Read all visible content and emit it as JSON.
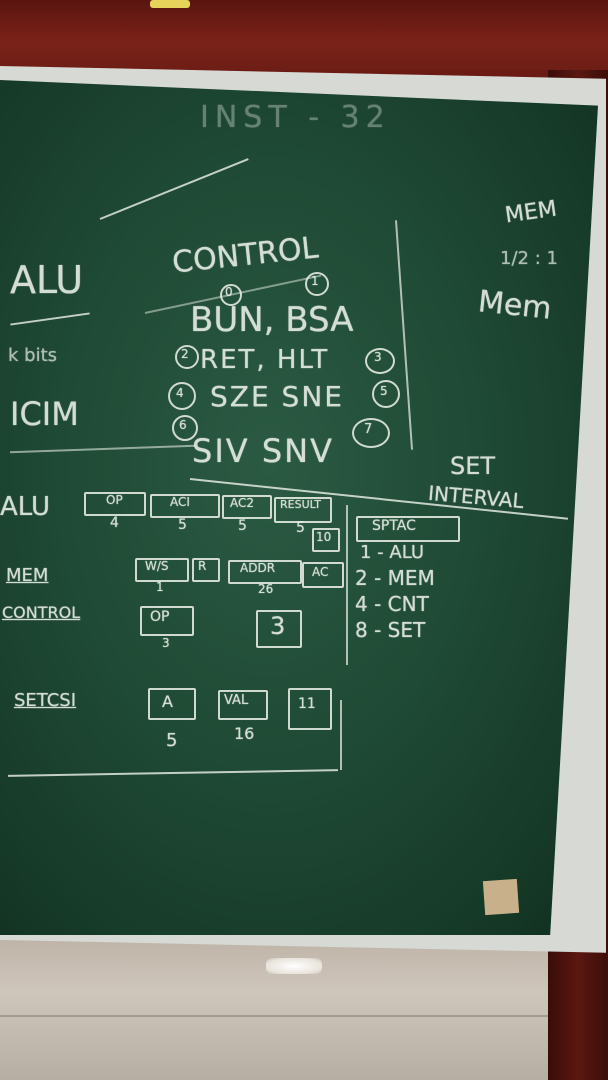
{
  "board": {
    "header": "INST - 32",
    "alu": "ALU",
    "bits": "k bits",
    "icim": "ICIM",
    "control": {
      "title": "CONTROL",
      "row1": "BUN, BSA",
      "row2": "RET, HLT",
      "row3": "SZE  SNE",
      "row4": "SIV  SNV",
      "markers": [
        "0",
        "1",
        "2",
        "3",
        "4",
        "5",
        "6",
        "7"
      ]
    },
    "mem_title": "MEM",
    "mem_sub": "1/2 : 1",
    "mem_word": "Mem",
    "set_interval": {
      "line1": "SET",
      "line2": "INTERVAL"
    },
    "rows": {
      "alu": {
        "label": "ALU",
        "fields": [
          "OP",
          "ACI",
          "AC2",
          "RESULT"
        ],
        "bits": [
          "4",
          "5",
          "5",
          "5"
        ],
        "extra": "10"
      },
      "mem": {
        "label": "MEM",
        "fields": [
          "W/S",
          "R",
          "ADDR"
        ],
        "bits": [
          "1",
          "",
          "26"
        ],
        "extra": "AC"
      },
      "control": {
        "label": "CONTROL",
        "fields": [
          "OP"
        ],
        "bits": [
          "3"
        ],
        "extra": "3"
      },
      "setcsi": {
        "label": "SETCSI",
        "fields": [
          "A",
          "VAL"
        ],
        "bits": [
          "5",
          "16"
        ],
        "extra": "11"
      }
    },
    "legend": {
      "title": "SPTAC",
      "items": [
        "1 - ALU",
        "2 - MEM",
        "4 - CNT",
        "8 - SET"
      ]
    }
  }
}
